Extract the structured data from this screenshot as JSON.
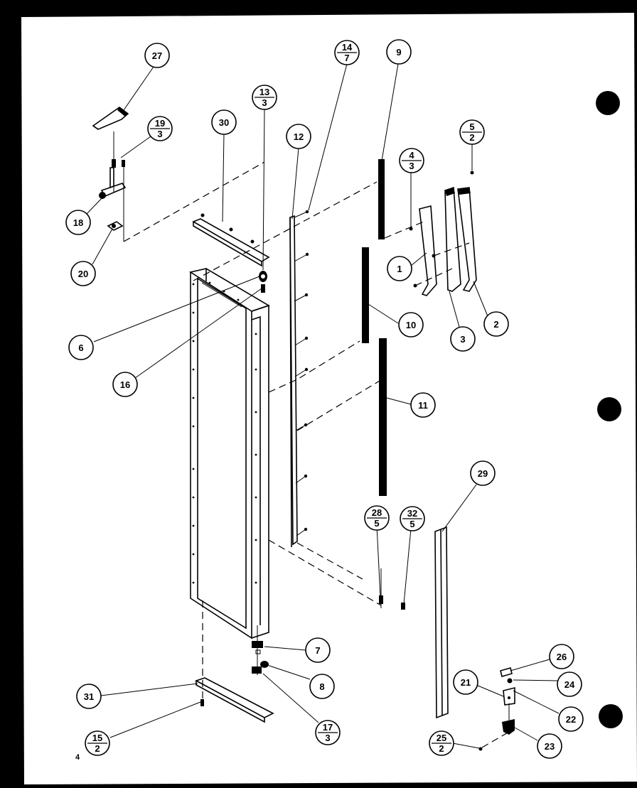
{
  "page_number": "4",
  "callouts": {
    "c1": "1",
    "c2": "2",
    "c3": "3",
    "c6": "6",
    "c7": "7",
    "c8": "8",
    "c9": "9",
    "c10": "10",
    "c11": "11",
    "c12": "12",
    "c16": "16",
    "c18": "18",
    "c20": "20",
    "c21": "21",
    "c22": "22",
    "c23": "23",
    "c24": "24",
    "c26": "26",
    "c27": "27",
    "c29": "29",
    "c30": "30",
    "c31": "31"
  },
  "fraction_callouts": {
    "f14_7": {
      "num": "14",
      "den": "7"
    },
    "f13_3": {
      "num": "13",
      "den": "3"
    },
    "f19_3": {
      "num": "19",
      "den": "3"
    },
    "f5_2": {
      "num": "5",
      "den": "2"
    },
    "f4_3": {
      "num": "4",
      "den": "3"
    },
    "f28_5": {
      "num": "28",
      "den": "5"
    },
    "f32_5": {
      "num": "32",
      "den": "5"
    },
    "f17_3": {
      "num": "17",
      "den": "3"
    },
    "f15_2": {
      "num": "15",
      "den": "2"
    },
    "f25_2": {
      "num": "25",
      "den": "2"
    }
  }
}
